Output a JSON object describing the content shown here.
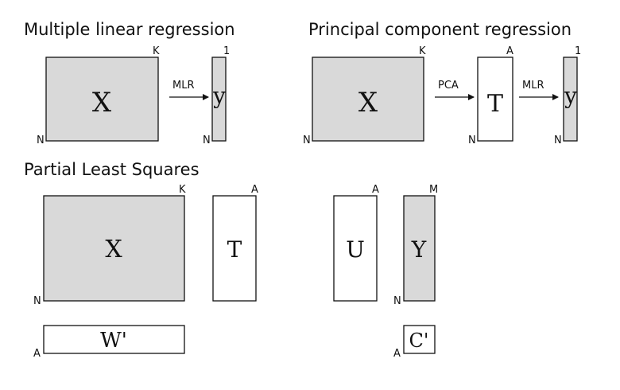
{
  "headings": {
    "mlr": "Multiple linear regression",
    "pcr": "Principal component regression",
    "pls": "Partial Least Squares"
  },
  "mlr": {
    "x": {
      "label": "X",
      "rows": "N",
      "cols": "K"
    },
    "op": "MLR",
    "y": {
      "label": "y",
      "rows": "N",
      "cols": "1"
    }
  },
  "pcr": {
    "x": {
      "label": "X",
      "rows": "N",
      "cols": "K"
    },
    "op1": "PCA",
    "t": {
      "label": "T",
      "rows": "N",
      "cols": "A"
    },
    "op2": "MLR",
    "y": {
      "label": "y",
      "rows": "N",
      "cols": "1"
    }
  },
  "pls": {
    "x": {
      "label": "X",
      "rows": "N",
      "cols": "K"
    },
    "t": {
      "label": "T",
      "cols": "A"
    },
    "u": {
      "label": "U",
      "cols": "A"
    },
    "y": {
      "label": "Y",
      "rows": "N",
      "cols": "M"
    },
    "w": {
      "label": "W'",
      "rows": "A"
    },
    "c": {
      "label": "C'",
      "rows": "A"
    }
  },
  "colors": {
    "filled": "#d9d9d9",
    "stroke": "#111111"
  }
}
